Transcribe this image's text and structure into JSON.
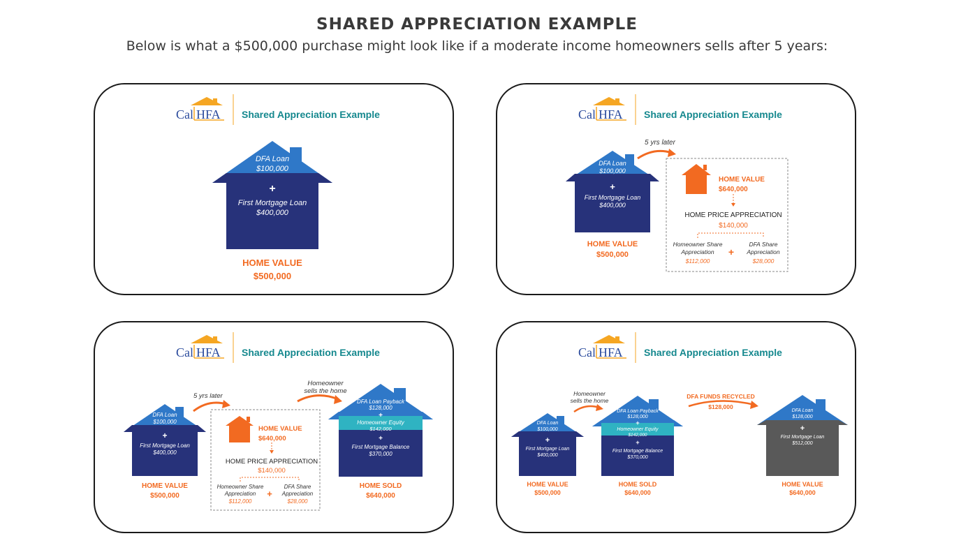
{
  "header": {
    "title": "SHARED APPRECIATION EXAMPLE",
    "subtitle": "Below is what a $500,000 purchase might look like if a moderate income homeowners sells after 5 years:"
  },
  "logo": {
    "cal": "Cal",
    "hfa": "HFA"
  },
  "panel_title": "Shared Appreciation Example",
  "colors": {
    "navy": "#27327a",
    "blue": "#2f78c8",
    "teal": "#2fb3c2",
    "orange": "#f26a21",
    "gray": "#595959",
    "teal_text": "#15888e"
  },
  "panel1": {
    "dfa_loan": "DFA Loan",
    "dfa_amount": "$100,000",
    "plus": "+",
    "mortgage": "First Mortgage Loan",
    "mortgage_amount": "$400,000",
    "home_value_label": "HOME VALUE",
    "home_value": "$500,000"
  },
  "panel2": {
    "later": "5 yrs later",
    "dfa_loan": "DFA Loan",
    "dfa_amount": "$100,000",
    "plus": "+",
    "mortgage": "First Mortgage Loan",
    "mortgage_amount": "$400,000",
    "home_value_label": "HOME VALUE",
    "home_value": "$500,000",
    "new_value_label": "HOME VALUE",
    "new_value": "$640,000",
    "appreciation_label": "HOME PRICE APPRECIATION",
    "appreciation": "$140,000",
    "homeowner_share_1": "Homeowner Share",
    "homeowner_share_2": "Appreciation",
    "homeowner_share": "$112,000",
    "dfa_share_1": "DFA Share",
    "dfa_share_2": "Appreciation",
    "dfa_share": "$28,000"
  },
  "panel3": {
    "later": "5 yrs later",
    "sells_1": "Homeowner",
    "sells_2": "sells the home",
    "dfa_loan": "DFA Loan",
    "dfa_amount": "$100,000",
    "plus": "+",
    "mortgage": "First Mortgage Loan",
    "mortgage_amount": "$400,000",
    "home_value_label": "HOME VALUE",
    "home_value": "$500,000",
    "new_value_label": "HOME VALUE",
    "new_value": "$640,000",
    "appreciation_label": "HOME PRICE APPRECIATION",
    "appreciation": "$140,000",
    "homeowner_share_1": "Homeowner Share",
    "homeowner_share_2": "Appreciation",
    "homeowner_share": "$112,000",
    "dfa_share_1": "DFA Share",
    "dfa_share_2": "Appreciation",
    "dfa_share": "$28,000",
    "payback": "DFA Loan Payback",
    "payback_amount": "$128,000",
    "equity": "Homeowner Equity",
    "equity_amount": "$142,000",
    "balance": "First Mortgage Balance",
    "balance_amount": "$370,000",
    "sold_label": "HOME SOLD",
    "sold_value": "$640,000"
  },
  "panel4": {
    "sells_1": "Homeowner",
    "sells_2": "sells the home",
    "recycled_label": "DFA FUNDS RECYCLED",
    "recycled_amount": "$128,000",
    "dfa_loan": "DFA Loan",
    "dfa_amount": "$100,000",
    "plus": "+",
    "mortgage": "First Mortgage Loan",
    "mortgage_amount": "$400,000",
    "home_value_label": "HOME VALUE",
    "home_value": "$500,000",
    "payback": "DFA Loan Payback",
    "payback_amount": "$128,000",
    "equity": "Homeowner Equity",
    "equity_amount": "$142,000",
    "balance": "First Mortgage Balance",
    "balance_amount": "$370,000",
    "sold_label": "HOME SOLD",
    "sold_value": "$640,000",
    "new_dfa_loan": "DFA Loan",
    "new_dfa_amount": "$128,000",
    "new_mortgage": "First Mortgage Loan",
    "new_mortgage_amount": "$512,000",
    "new_home_label": "HOME VALUE",
    "new_home_value": "$640,000"
  }
}
